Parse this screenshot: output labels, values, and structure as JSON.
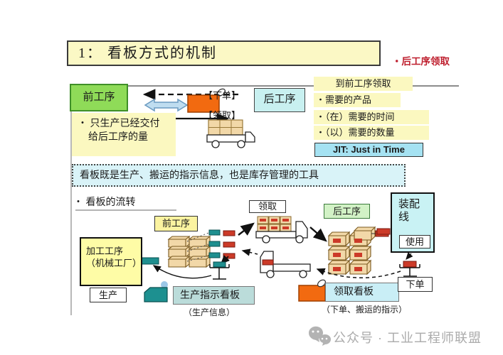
{
  "title": "1：  看板方式的机制",
  "top_right_note": "・后工序领取",
  "upper": {
    "front_process": "前工序",
    "back_process": "后工序",
    "order_label": "【下单】",
    "pickup_label": "【领取】",
    "note_line1": "・ 只生产已经交付",
    "note_line2": "给后工序的量"
  },
  "right_panel": {
    "header": "到前工序领取",
    "bullets": [
      "・需要的产品",
      "・（在）需要的时间",
      "・（以）需要的数量"
    ],
    "jit": "JIT: Just in Time"
  },
  "banner": "看板既是生产、搬运的指示信息，也是库存管理的工具",
  "flow": {
    "heading": "・ 看板的流转",
    "processing_line1": "加工工序",
    "processing_line2": "（机械工厂）",
    "front_process": "前工序",
    "pickup": "领取",
    "back_process": "后工序",
    "assembly_line": "装配线",
    "use": "使用",
    "production": "生产",
    "production_kanban": "生产指示看板",
    "production_kanban_sub": "（生产信息）",
    "withdrawal_kanban": "领取看板",
    "withdrawal_kanban_sub": "（下单、搬运的指示）",
    "order": "下单"
  },
  "watermark": "公众号 · 工业工程师联盟",
  "colors": {
    "highlight_yellow": "#FBF8C0",
    "accent_red_text": "#BE1E2D",
    "kanban_orange": "#F26A10",
    "kanban_teal": "#1F8F8F",
    "kanban_red": "#CC3A28",
    "process_green": "#8FDB58",
    "cyan_box": "#C8F0F0",
    "goods_tan": "#F2D8A8"
  }
}
